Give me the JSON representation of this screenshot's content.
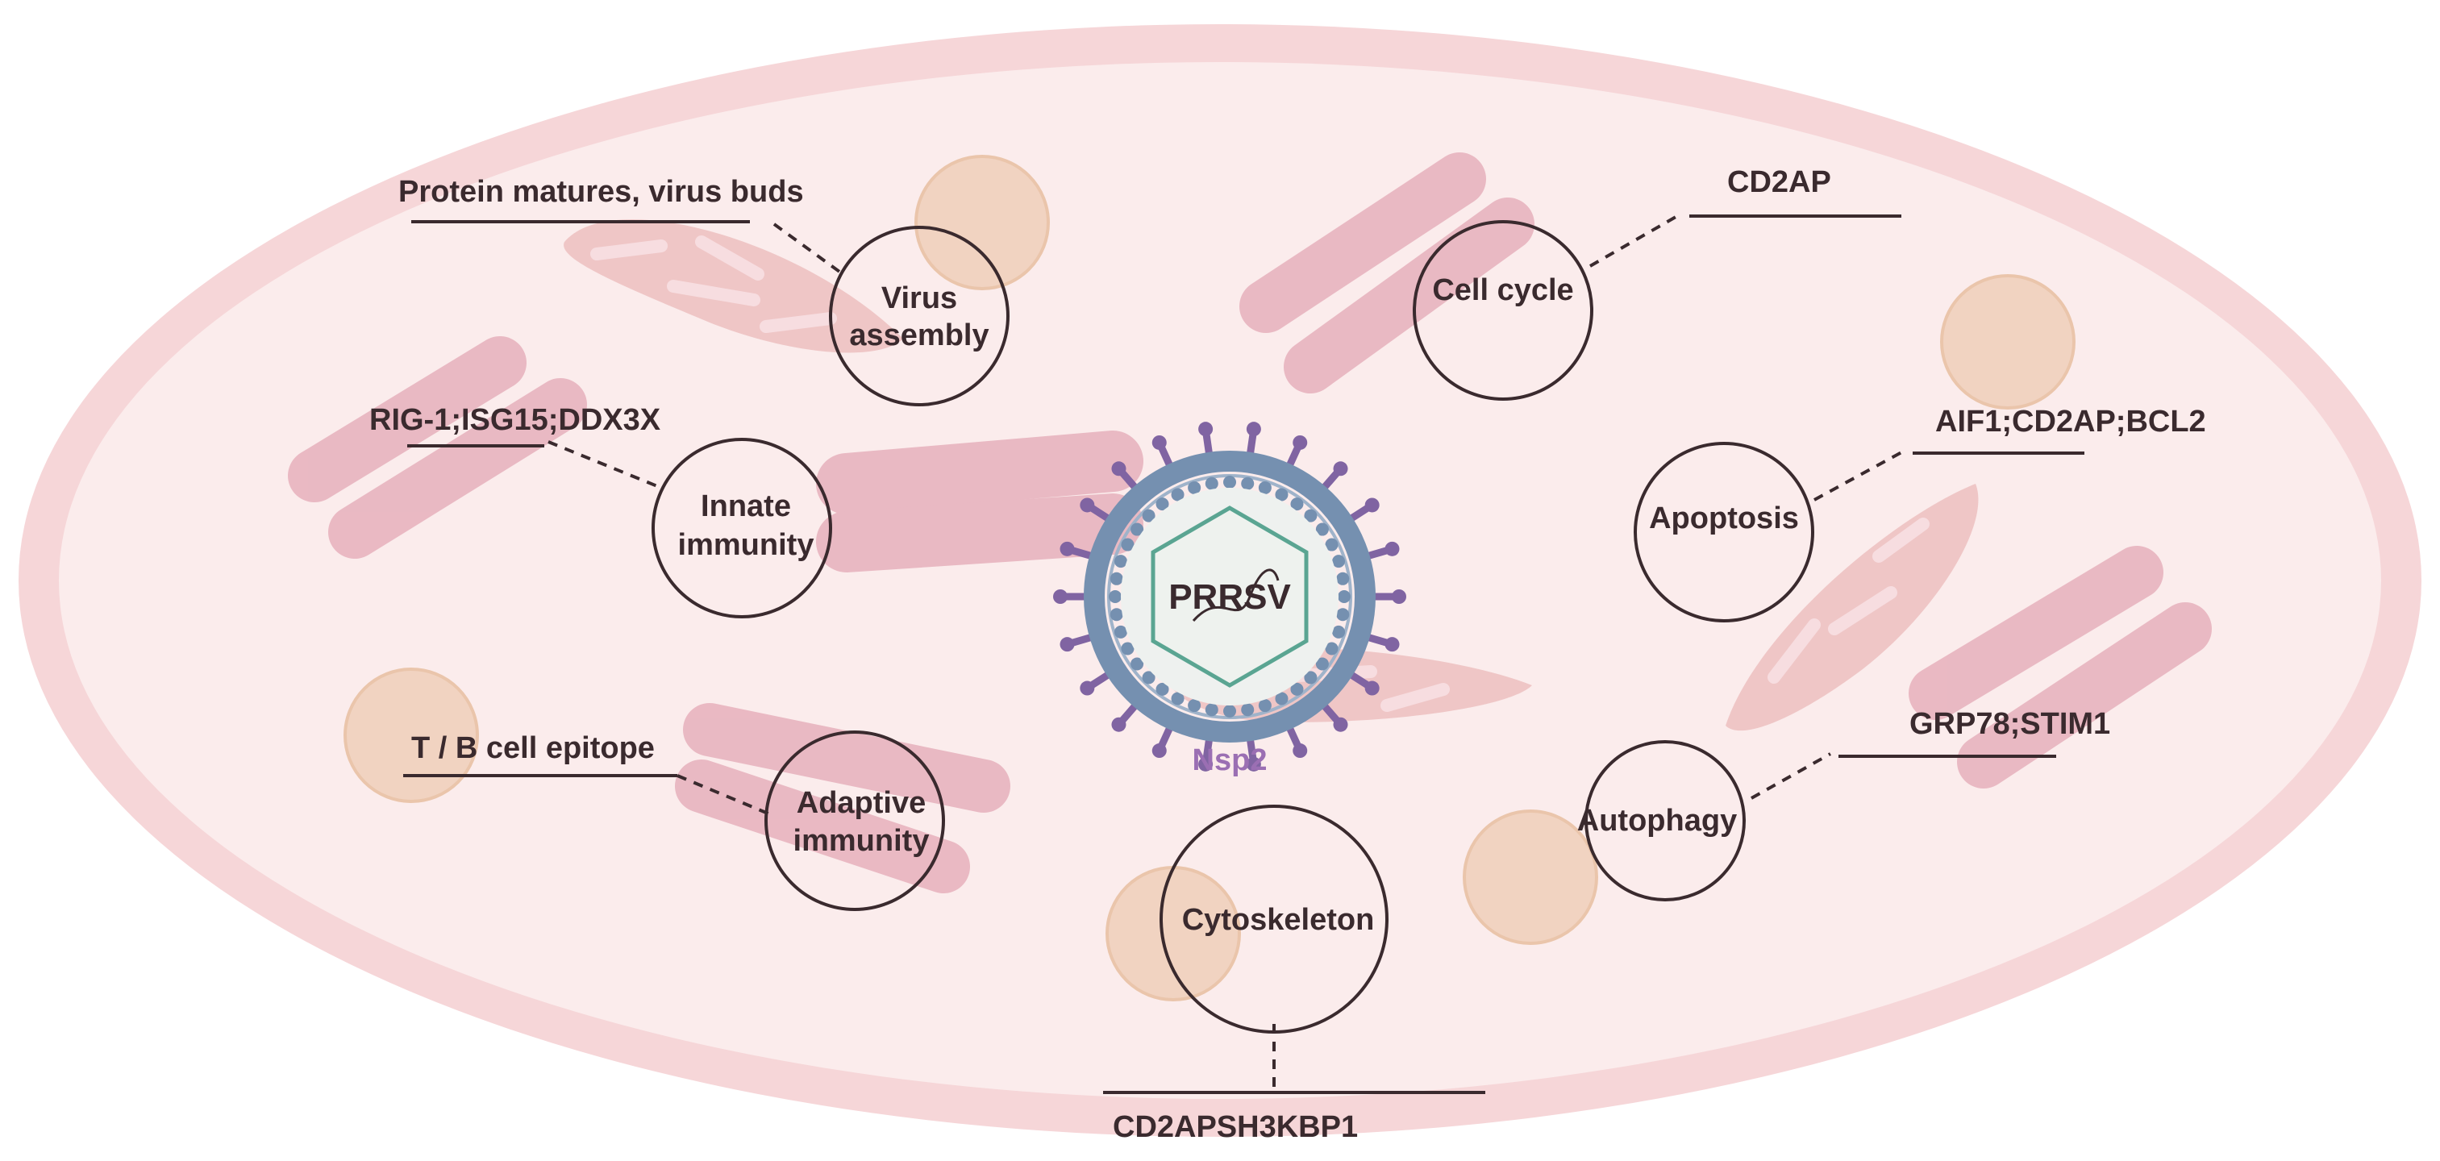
{
  "virus": {
    "name": "PRRSV",
    "protein": "Nsp2"
  },
  "processes": {
    "virus_assembly": {
      "line1": "Virus",
      "line2": "assembly",
      "note": "Protein matures, virus buds"
    },
    "cell_cycle": {
      "line1": "Cell cycle",
      "note": "CD2AP"
    },
    "innate_immunity": {
      "line1": "Innate",
      "line2": "immunity",
      "note": "RIG-1;ISG15;DDX3X"
    },
    "apoptosis": {
      "line1": "Apoptosis",
      "note": "AIF1;CD2AP;BCL2"
    },
    "adaptive_immunity": {
      "line1": "Adaptive",
      "line2": "immunity",
      "note": "T / B cell epitope"
    },
    "autophagy": {
      "line1": "Autophagy",
      "note": "GRP78;STIM1"
    },
    "cytoskeleton": {
      "line1": "Cytoskeleton",
      "note": "CD2APSH3KBP1"
    }
  },
  "colors": {
    "cell_outer": "#f6d6d8",
    "cell_inner": "#fbecec",
    "organelle": "#e8b4bf",
    "mitochondrion": "#ecc0c0",
    "vesicle": "#f1d2bf",
    "capsid": "#5aa592",
    "envelope": "#7590b0",
    "spike": "#8064a2",
    "nsp2_text": "#9b6fb3"
  }
}
